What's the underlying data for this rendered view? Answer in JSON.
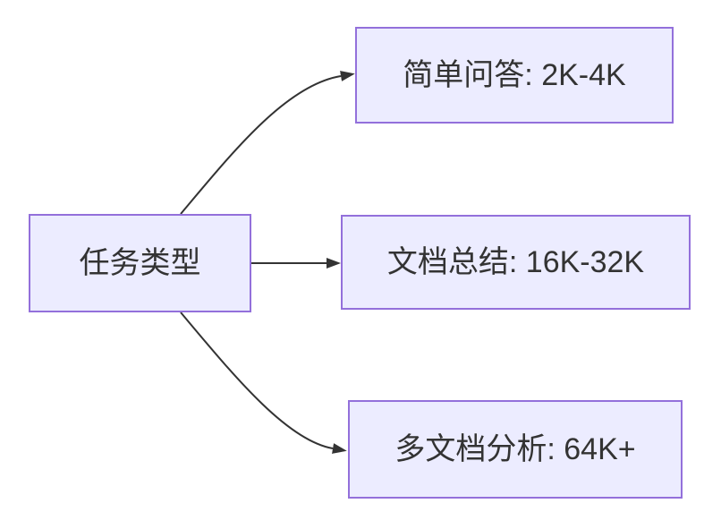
{
  "diagram": {
    "type": "flowchart",
    "direction": "left-to-right",
    "root": {
      "label": "任务类型"
    },
    "nodes": [
      {
        "id": "branch-top",
        "label": "简单问答: 2K-4K"
      },
      {
        "id": "branch-middle",
        "label": "文档总结: 16K-32K"
      },
      {
        "id": "branch-bottom",
        "label": "多文档分析: 64K+"
      }
    ],
    "edges": [
      {
        "from": "任务类型",
        "to": "简单问答: 2K-4K",
        "style": "curved-up",
        "arrow": "filled-triangle"
      },
      {
        "from": "任务类型",
        "to": "文档总结: 16K-32K",
        "style": "straight",
        "arrow": "filled-triangle"
      },
      {
        "from": "任务类型",
        "to": "多文档分析: 64K+",
        "style": "curved-down",
        "arrow": "filled-triangle"
      }
    ],
    "colors": {
      "node_fill": "#ECECFF",
      "node_border": "#9370DB",
      "edge_stroke": "#333333",
      "text": "#333333",
      "background": "#FFFFFF"
    }
  }
}
